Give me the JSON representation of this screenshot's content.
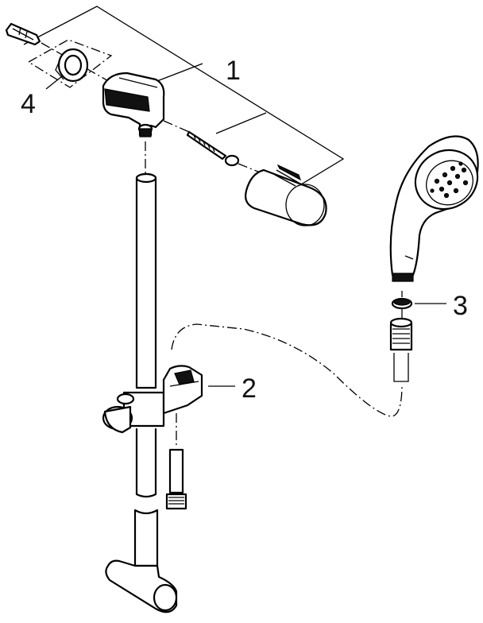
{
  "callouts": {
    "kit": "1",
    "slider": "2",
    "washer": "3",
    "spacer": "4"
  }
}
